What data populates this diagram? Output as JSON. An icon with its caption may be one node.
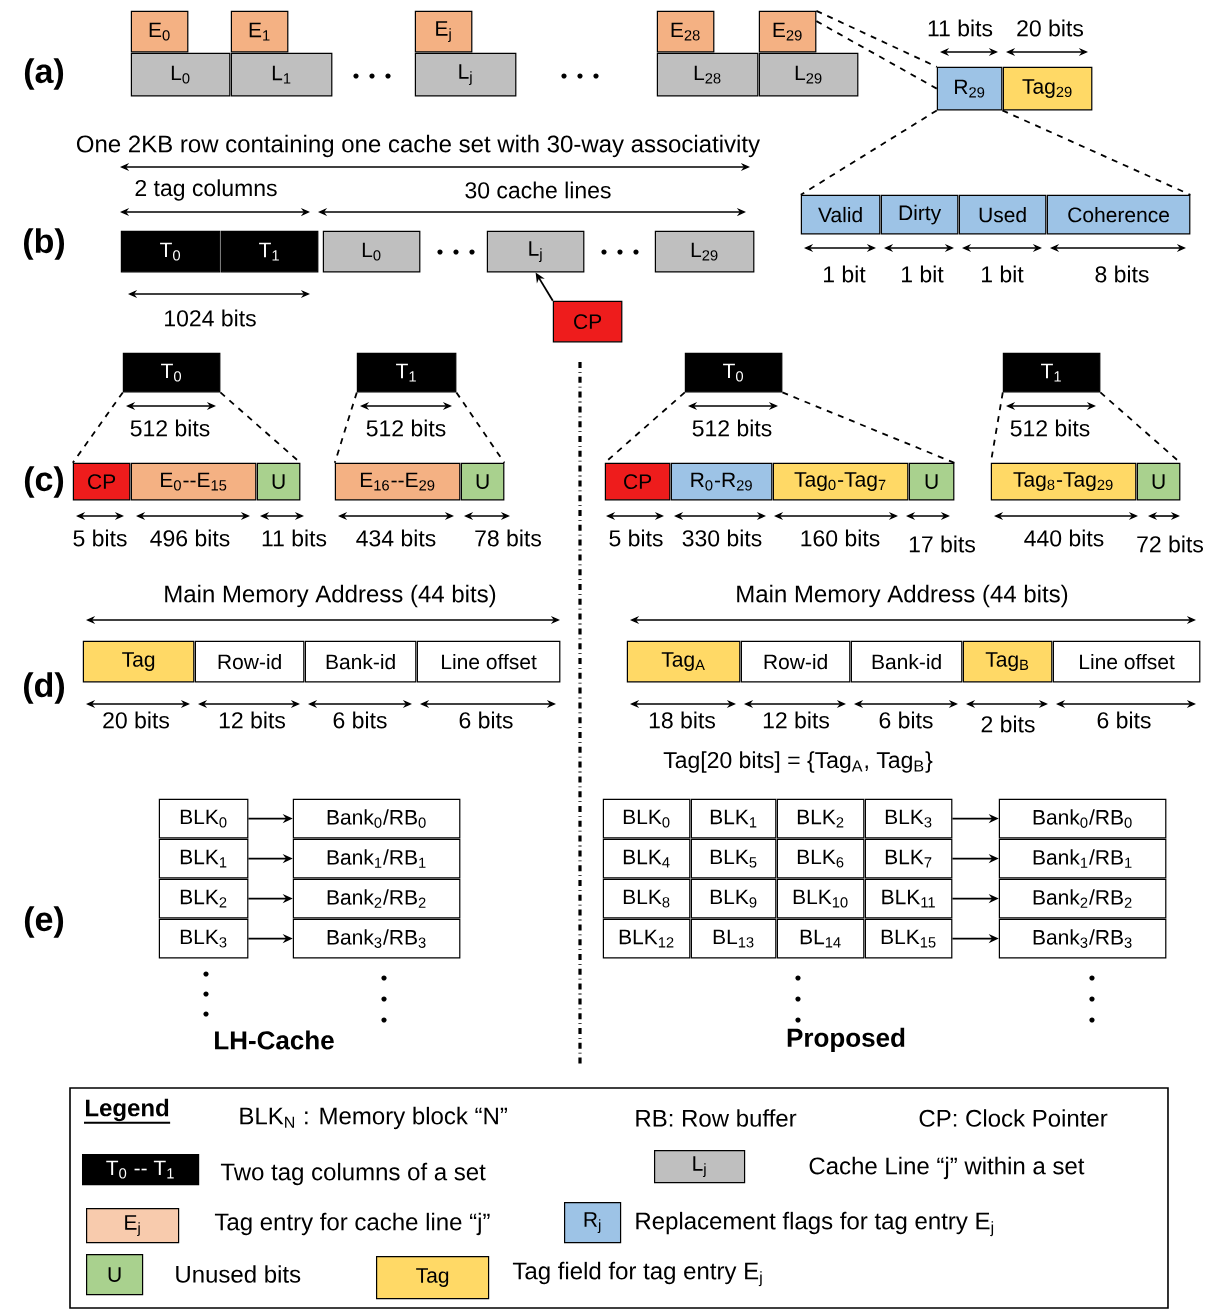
{
  "diagram": {
    "nodes": [
      {
        "text": [
          "E$_{0}$"
        ]
      },
      {
        "text": [
          "L$_{0}$"
        ]
      },
      {
        "text": [
          "E$_{1}$"
        ]
      },
      {
        "text": [
          "L$_{1}$"
        ]
      },
      {
        "text": [
          "E$_{j}$"
        ]
      },
      {
        "text": [
          "L$_{j}$"
        ]
      },
      {
        "text": [
          "E$_{28}$"
        ]
      },
      {
        "text": [
          "L$_{28}$"
        ]
      },
      {
        "text": [
          "E$_{29}$"
        ]
      },
      {
        "text": [
          "L$_{29}$"
        ]
      },
      {
        "text": [
          "R$_{29}$"
        ]
      },
      {
        "text": [
          "Tag$_{29}$"
        ]
      },
      {
        "text": [
          "T$_{0}$"
        ]
      },
      {
        "text": [
          "T$_{1}$"
        ]
      },
      {
        "text": [
          "L$_{0}$"
        ]
      },
      {
        "text": [
          "L$_{j}$"
        ]
      },
      {
        "text": [
          "L$_{29}$"
        ]
      },
      {
        "text": [
          "Valid"
        ]
      },
      {
        "text": [
          "Dirty"
        ]
      },
      {
        "text": [
          "Used"
        ]
      },
      {
        "text": [
          "Coherence"
        ]
      },
      {
        "text": [
          "CP"
        ]
      },
      {
        "text": [
          "T$_{0}$"
        ]
      },
      {
        "text": [
          "T$_{1}$"
        ]
      },
      {
        "text": [
          "T$_{0}$"
        ]
      },
      {
        "text": [
          "T$_{1}$"
        ]
      },
      {
        "text": [
          "CP"
        ]
      },
      {
        "text": [
          "E$_{0}$--E$_{15}$"
        ]
      },
      {
        "text": [
          "U"
        ]
      },
      {
        "text": [
          "E$_{16}$--E$_{29}$"
        ]
      },
      {
        "text": [
          "U"
        ]
      },
      {
        "text": [
          "CP"
        ]
      },
      {
        "text": [
          "R$_{0}$-R$_{29}$"
        ]
      },
      {
        "text": [
          "Tag$_{0}$-Tag$_{7}$"
        ]
      },
      {
        "text": [
          "U"
        ]
      },
      {
        "text": [
          "Tag$_{8}$-Tag$_{29}$"
        ]
      },
      {
        "text": [
          "U"
        ]
      },
      {
        "text": [
          "Tag"
        ]
      },
      {
        "text": [
          "Row-id"
        ]
      },
      {
        "text": [
          "Bank-id"
        ]
      },
      {
        "text": [
          "Line offset"
        ]
      },
      {
        "text": [
          "Tag$_{A}$"
        ]
      },
      {
        "text": [
          "Row-id"
        ]
      },
      {
        "text": [
          "Bank-id"
        ]
      },
      {
        "text": [
          "Tag$_{B}$"
        ]
      },
      {
        "text": [
          "Line offset"
        ]
      },
      {
        "text": [
          "BLK$_{0}$"
        ]
      },
      {
        "text": [
          "Bank$_{0}$/RB$_{0}$"
        ]
      },
      {
        "text": [
          "BLK$_{1}$"
        ]
      },
      {
        "text": [
          "Bank$_{1}$/RB$_{1}$"
        ]
      },
      {
        "text": [
          "BLK$_{2}$"
        ]
      },
      {
        "text": [
          "Bank$_{2}$/RB$_{2}$"
        ]
      },
      {
        "text": [
          "BLK$_{3}$"
        ]
      },
      {
        "text": [
          "Bank$_{3}$/RB$_{3}$"
        ]
      },
      {
        "text": [
          "BLK$_{0}$"
        ]
      },
      {
        "text": [
          "BLK$_{1}$"
        ]
      },
      {
        "text": [
          "BLK$_{2}$"
        ]
      },
      {
        "text": [
          "BLK$_{3}$"
        ]
      },
      {
        "text": [
          "Bank$_{0}$/RB$_{0}$"
        ]
      },
      {
        "text": [
          "BLK$_{4}$"
        ]
      },
      {
        "text": [
          "BLK$_{5}$"
        ]
      },
      {
        "text": [
          "BLK$_{6}$"
        ]
      },
      {
        "text": [
          "BLK$_{7}$"
        ]
      },
      {
        "text": [
          "Bank$_{1}$/RB$_{1}$"
        ]
      },
      {
        "text": [
          "BLK$_{8}$"
        ]
      },
      {
        "text": [
          "BLK$_{9}$"
        ]
      },
      {
        "text": [
          "BLK$_{10}$"
        ]
      },
      {
        "text": [
          "BLK$_{11}$"
        ]
      },
      {
        "text": [
          "Bank$_{2}$/RB$_{2}$"
        ]
      },
      {
        "text": [
          "BLK$_{12}$"
        ]
      },
      {
        "text": [
          "BL$_{13}$"
        ]
      },
      {
        "text": [
          "BL$_{14}$"
        ]
      },
      {
        "text": [
          "BLK$_{15}$"
        ]
      },
      {
        "text": [
          "Bank$_{3}$/RB$_{3}$"
        ]
      }
    ],
    "edges": [
      {
        "from": 8,
        "to": 10,
        "arrow": "none",
        "style": "dashed"
      },
      {
        "from": 8,
        "to": 10,
        "arrow": "none",
        "style": "dashed"
      },
      {
        "from": 10,
        "to": 17,
        "arrow": "none",
        "style": "dashed"
      },
      {
        "from": 10,
        "to": 20,
        "arrow": "none",
        "style": "dashed"
      },
      {
        "from": 21,
        "to": 15,
        "arrow": "to"
      },
      {
        "from": 22,
        "to": 26,
        "arrow": "none",
        "style": "dashed"
      },
      {
        "from": 22,
        "to": 28,
        "arrow": "none",
        "style": "dashed"
      },
      {
        "from": 23,
        "to": 29,
        "arrow": "none",
        "style": "dashed"
      },
      {
        "from": 23,
        "to": 30,
        "arrow": "none",
        "style": "dashed"
      },
      {
        "from": 24,
        "to": 31,
        "arrow": "none",
        "style": "dashed"
      },
      {
        "from": 24,
        "to": 34,
        "arrow": "none",
        "style": "dashed"
      },
      {
        "from": 25,
        "to": 35,
        "arrow": "none",
        "style": "dashed"
      },
      {
        "from": 25,
        "to": 36,
        "arrow": "none",
        "style": "dashed"
      },
      {
        "from": 46,
        "to": 47,
        "arrow": "to"
      },
      {
        "from": 48,
        "to": 49,
        "arrow": "to"
      },
      {
        "from": 50,
        "to": 51,
        "arrow": "to"
      },
      {
        "from": 52,
        "to": 53,
        "arrow": "to"
      },
      {
        "from": 57,
        "to": 58,
        "arrow": "to"
      },
      {
        "from": 62,
        "to": 63,
        "arrow": "to"
      },
      {
        "from": 67,
        "to": 68,
        "arrow": "to"
      },
      {
        "from": 72,
        "to": 73,
        "arrow": "to"
      }
    ],
    "labels": [
      "(a)",
      "11 bits",
      "20 bits",
      "One 2KB row containing one cache set with 30-way associativity",
      "2 tag columns",
      "30 cache lines",
      "(b)",
      "1024 bits",
      "1 bit",
      "1 bit",
      "1 bit",
      "8 bits",
      "512 bits",
      "512 bits",
      "512 bits",
      "512 bits",
      "(c)",
      "5 bits",
      "496 bits",
      "11 bits",
      "434 bits",
      "78 bits",
      "5 bits",
      "330 bits",
      "160 bits",
      "17 bits",
      "440 bits",
      "72 bits",
      "Main Memory Address (44 bits)",
      "Main Memory Address (44 bits)",
      "(d)",
      "20 bits",
      "12 bits",
      "6 bits",
      "6 bits",
      "18 bits",
      "12 bits",
      "6 bits",
      "2 bits",
      "6 bits",
      "Tag[20 bits] = {Tag$_{A}$, Tag$_{B}$}",
      "(e)",
      "LH-Cache",
      "Proposed",
      "Legend",
      "BLK$_{N}$ : Memory block “N”",
      "RB: Row buffer",
      "CP: Clock Pointer",
      "T$_{0}$ -- T$_{1}$",
      "L$_{j}$",
      "E$_{j}$",
      "R$_{j}$",
      "U",
      "Tag"
    ],
    "legend": [
      {
        "text": "Two tag columns of a set",
        "color": "#000000"
      },
      {
        "text": "Cache Line “j” within a set",
        "color": "#bfbfbf"
      },
      {
        "text": "Tag entry for cache line “j”",
        "color": "#f8cbad"
      },
      {
        "text": "Replacement flags for tag entry E$_{j}$",
        "color": "#9dc3e6"
      },
      {
        "text": "Unused bits",
        "color": "#a9d18e"
      },
      {
        "text": "Tag field for tag entry E$_{j}$",
        "color": "#ffd966"
      }
    ]
  }
}
